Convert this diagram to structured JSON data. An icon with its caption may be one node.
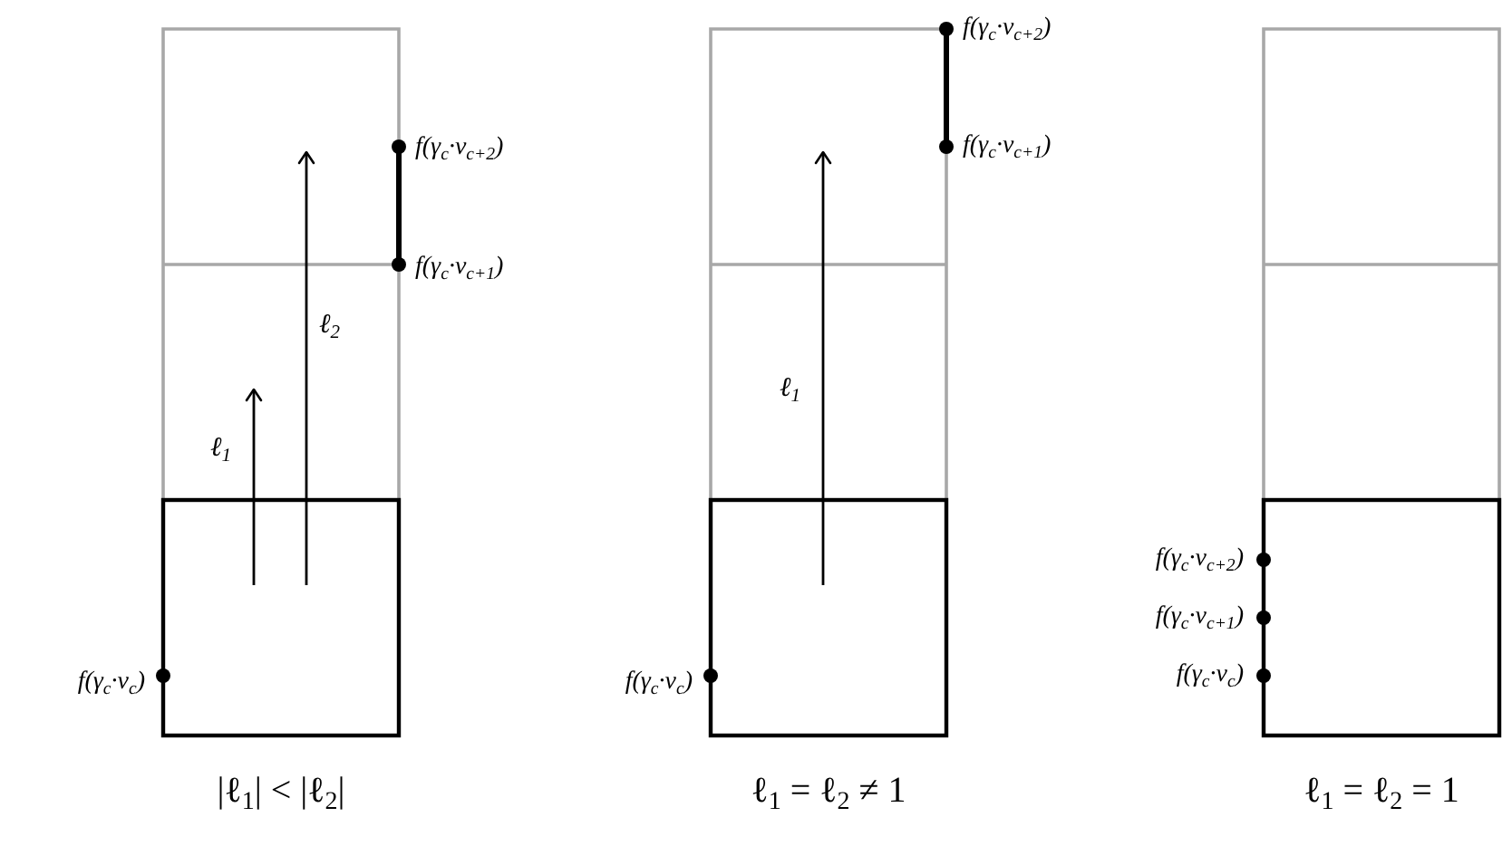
{
  "diagram": {
    "labels": [
      "f(γ$_{c}$·v$_{c+2}$)",
      "f(γ$_{c}$·v$_{c+1}$)",
      "ℓ$_{2}$",
      "ℓ$_{1}$",
      "f(γ$_{c}$·v$_{c}$)",
      "|ℓ$_{1}$| < |ℓ$_{2}$|",
      "f(γ$_{c}$·v$_{c+2}$)",
      "f(γ$_{c}$·v$_{c+1}$)",
      "ℓ$_{1}$",
      "f(γ$_{c}$·v$_{c}$)",
      "ℓ$_{1}$ = ℓ$_{2}$ ≠ 1",
      "f(γ$_{c}$·v$_{c+2}$)",
      "f(γ$_{c}$·v$_{c+1}$)",
      "f(γ$_{c}$·v$_{c}$)",
      "ℓ$_{1}$ = ℓ$_{2}$ = 1"
    ]
  }
}
